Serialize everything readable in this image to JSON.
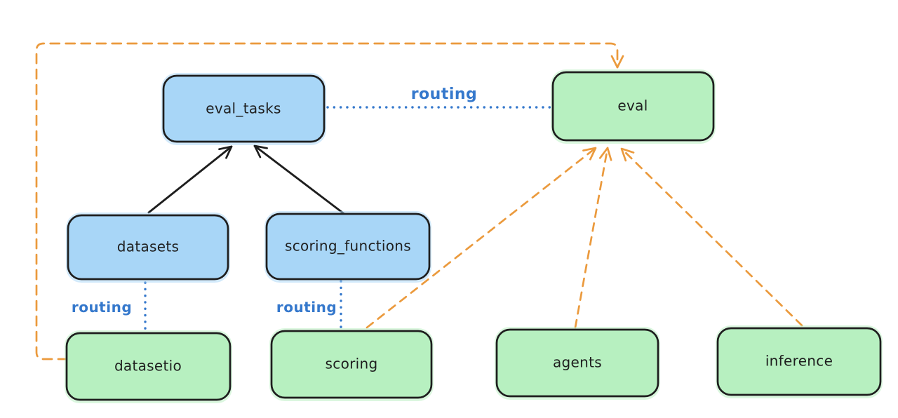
{
  "colors": {
    "background": "#ffffff",
    "node_blue": "#a8d6f7",
    "node_green": "#b7f0c0",
    "node_border": "#1e1e1e",
    "ink": "#1e1e1e",
    "routing_blue": "#3578cc",
    "arrow_orange": "#eb9a3d"
  },
  "nodes": {
    "eval_tasks": {
      "label": "eval_tasks",
      "color": "blue"
    },
    "eval": {
      "label": "eval",
      "color": "green"
    },
    "datasets": {
      "label": "datasets",
      "color": "blue"
    },
    "scoring_functions": {
      "label": "scoring_functions",
      "color": "blue"
    },
    "datasetio": {
      "label": "datasetio",
      "color": "green"
    },
    "scoring": {
      "label": "scoring",
      "color": "green"
    },
    "agents": {
      "label": "agents",
      "color": "green"
    },
    "inference": {
      "label": "inference",
      "color": "green"
    }
  },
  "edges": [
    {
      "from": "datasets",
      "to": "eval_tasks",
      "style": "solid",
      "color": "black"
    },
    {
      "from": "scoring_functions",
      "to": "eval_tasks",
      "style": "solid",
      "color": "black"
    },
    {
      "from": "eval_tasks",
      "to": "eval",
      "style": "dotted",
      "color": "blue",
      "label": "routing"
    },
    {
      "from": "datasets",
      "to": "datasetio",
      "style": "dotted",
      "color": "blue",
      "label": "routing"
    },
    {
      "from": "scoring_functions",
      "to": "scoring",
      "style": "dotted",
      "color": "blue",
      "label": "routing"
    },
    {
      "from": "datasetio",
      "to": "eval",
      "style": "dashed",
      "color": "orange"
    },
    {
      "from": "scoring",
      "to": "eval",
      "style": "dashed",
      "color": "orange"
    },
    {
      "from": "agents",
      "to": "eval",
      "style": "dashed",
      "color": "orange"
    },
    {
      "from": "inference",
      "to": "eval",
      "style": "dashed",
      "color": "orange"
    }
  ]
}
